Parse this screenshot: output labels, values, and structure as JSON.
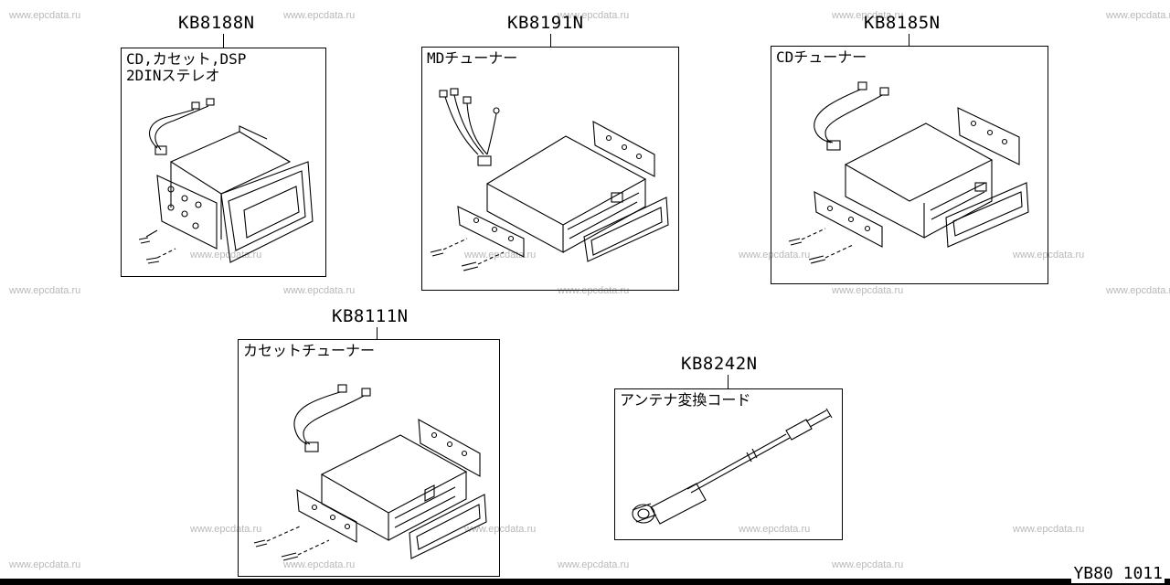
{
  "watermark": "www.epcdata.ru",
  "parts": {
    "kb8188n": {
      "code": "KB8188N",
      "label": "CD,カセット,DSP\n2DINステレオ"
    },
    "kb8191n": {
      "code": "KB8191N",
      "label": "MDチューナー"
    },
    "kb8185n": {
      "code": "KB8185N",
      "label": "CDチューナー"
    },
    "kb8111n": {
      "code": "KB8111N",
      "label": "カセットチューナー"
    },
    "kb8242n": {
      "code": "KB8242N",
      "label": "アンテナ変換コード"
    }
  },
  "page_id": "YB80 1011"
}
